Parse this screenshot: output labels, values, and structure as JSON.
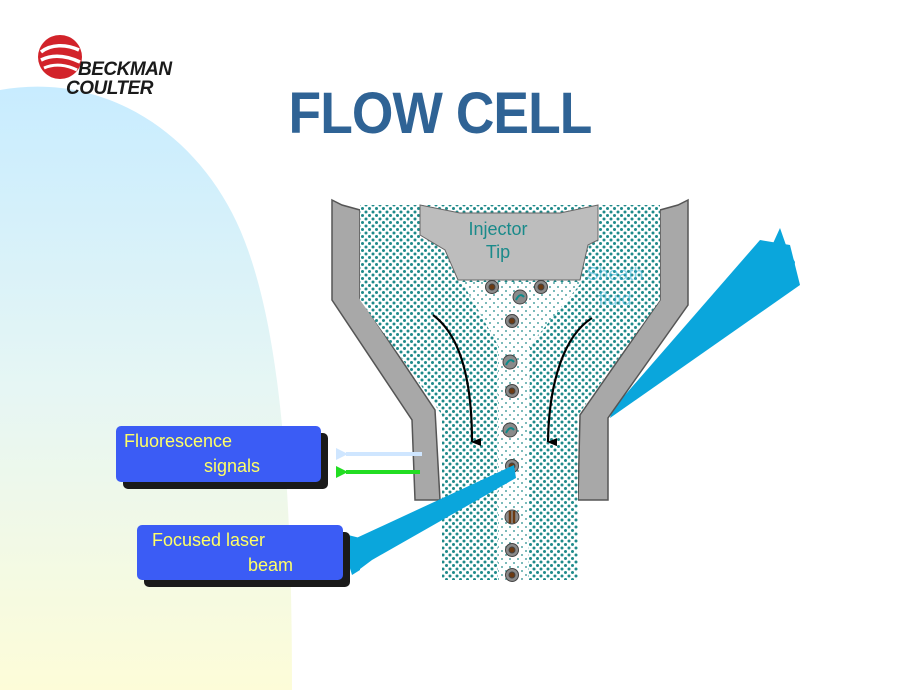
{
  "logo": {
    "line1": "BECKMAN",
    "line2": "COULTER"
  },
  "title": "FLOW CELL",
  "diagram": {
    "injector_tip": {
      "line1": "Injector",
      "line2": "Tip"
    },
    "sheath_fluid": {
      "line1": "Sheath",
      "line2": "fluid"
    },
    "fluorescence_signals": {
      "line1": "Fluorescence",
      "line2": "signals"
    },
    "focused_laser_beam": {
      "line1": "Focused  laser",
      "line2": "beam"
    }
  },
  "colors": {
    "title": "#2f6395",
    "label_box": "#3b5cf5",
    "label_text": "#ffff66",
    "laser": "#0aa6dc",
    "fluid_dots": "#1f8a8a",
    "wall": "#9a9a9a",
    "logo_red": "#d2232a"
  }
}
